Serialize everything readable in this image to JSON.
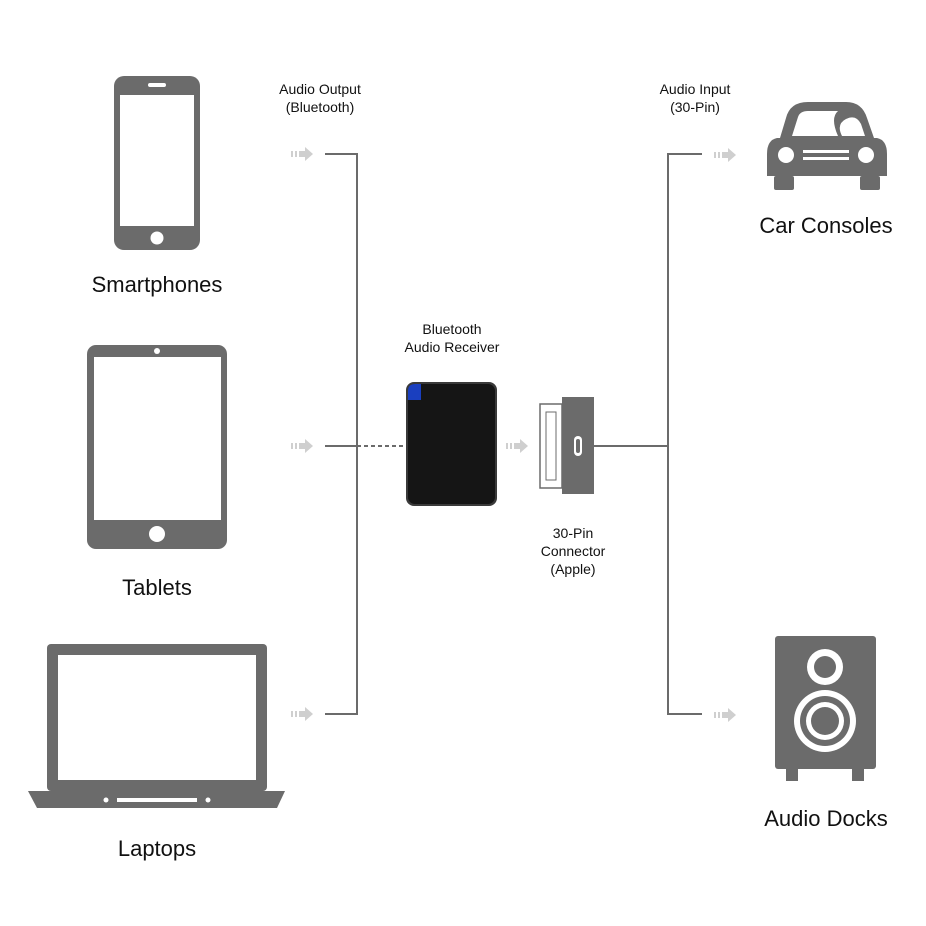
{
  "devices_left": [
    {
      "name": "Smartphones",
      "icon": "smartphone-icon"
    },
    {
      "name": "Tablets",
      "icon": "tablet-icon"
    },
    {
      "name": "Laptops",
      "icon": "laptop-icon"
    }
  ],
  "devices_right": [
    {
      "name": "Car Consoles",
      "icon": "car-icon"
    },
    {
      "name": "Audio Docks",
      "icon": "speaker-icon"
    }
  ],
  "labels": {
    "audio_output_line1": "Audio Output",
    "audio_output_line2": "(Bluetooth)",
    "audio_input_line1": "Audio Input",
    "audio_input_line2": "(30-Pin)",
    "receiver_line1": "Bluetooth",
    "receiver_line2": "Audio Receiver",
    "connector_line1": "30-Pin",
    "connector_line2": "Connector",
    "connector_line3": "(Apple)"
  },
  "colors": {
    "device_gray": "#6b6b6b",
    "line_gray": "#6b6b6b",
    "arrow_light": "#cfcfcf",
    "receiver_black": "#151515",
    "receiver_accent": "#1a3fbf"
  }
}
